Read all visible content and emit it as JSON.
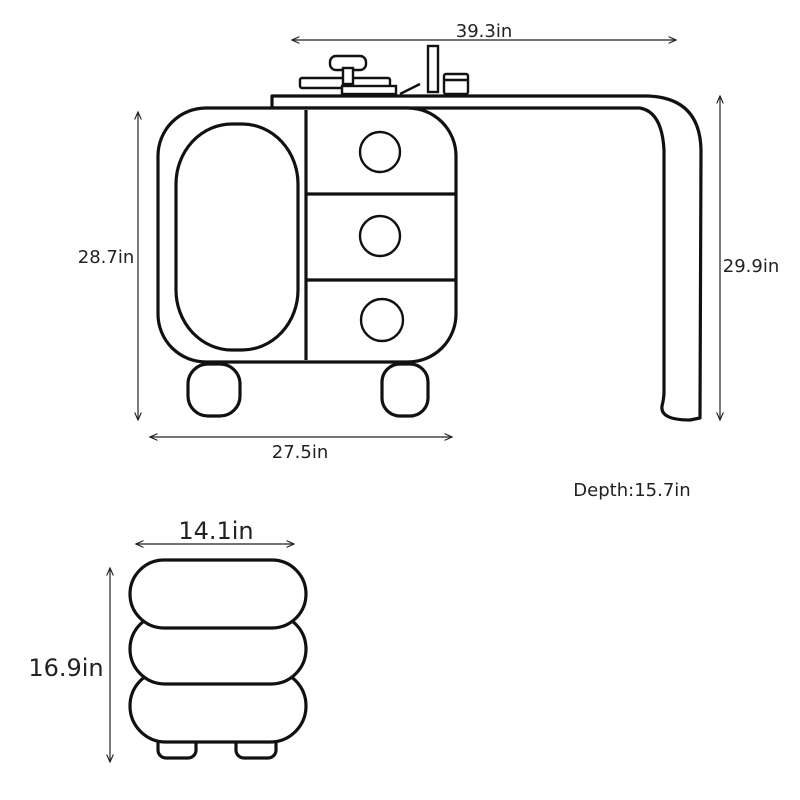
{
  "desk": {
    "width_label": "39.3in",
    "body_height_label": "28.7in",
    "total_height_label": "29.9in",
    "cabinet_width_label": "27.5in",
    "depth_label": "Depth:15.7in"
  },
  "stool": {
    "width_label": "14.1in",
    "height_label": "16.9in"
  }
}
